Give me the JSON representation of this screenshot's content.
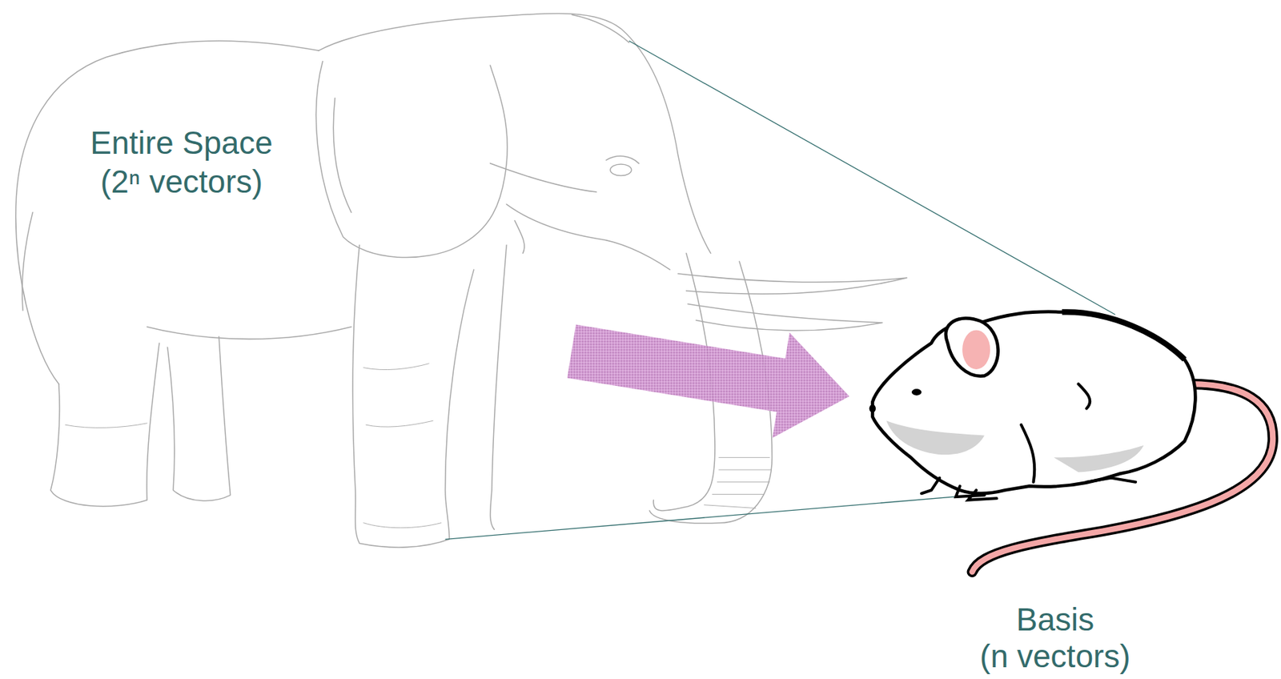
{
  "diagram": {
    "nodes": [
      {
        "text": [
          "Entire Space (2ⁿ vectors)"
        ]
      },
      {
        "text": [
          "Basis (n vectors)"
        ]
      }
    ],
    "edges": [
      {
        "from": 0,
        "to": 1,
        "arrow": "to"
      }
    ]
  }
}
